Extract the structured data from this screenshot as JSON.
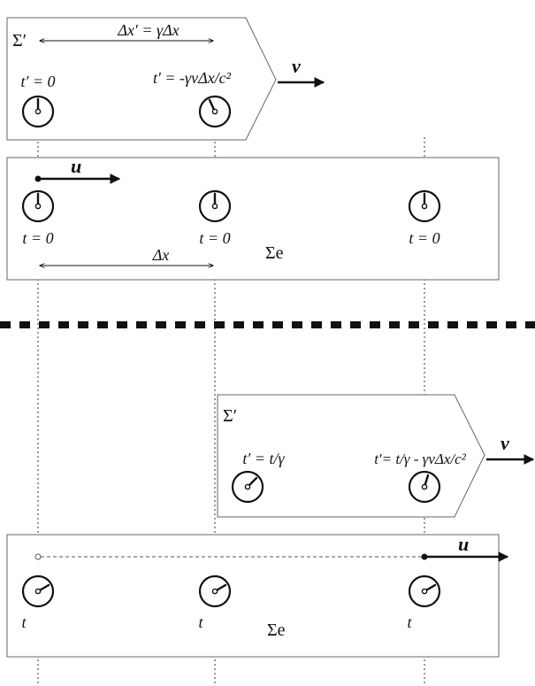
{
  "top": {
    "moving_frame": {
      "name": "Σ′",
      "dx_prime_label": "Δx′ = γΔx",
      "clock_left_label": "t′ = 0",
      "clock_right_label": "t′ = -γvΔx/c²",
      "clock_left_hand_deg": 0,
      "clock_right_hand_deg": -25,
      "velocity_label": "v"
    },
    "rest_frame": {
      "name": "Σe",
      "particle_velocity_label": "u",
      "clock_labels": [
        "t = 0",
        "t = 0",
        "t = 0"
      ],
      "dx_label": "Δx"
    }
  },
  "bottom": {
    "moving_frame": {
      "name": "Σ′",
      "clock_left_label": "t′ = t/γ",
      "clock_right_label": "t′= t/γ - γvΔx/c²",
      "clock_left_hand_deg": 45,
      "clock_right_hand_deg": 20,
      "velocity_label": "v"
    },
    "rest_frame": {
      "name": "Σe",
      "particle_velocity_label": "u",
      "clock_labels": [
        "t",
        "t",
        "t"
      ],
      "clock_hand_deg": 60
    }
  }
}
